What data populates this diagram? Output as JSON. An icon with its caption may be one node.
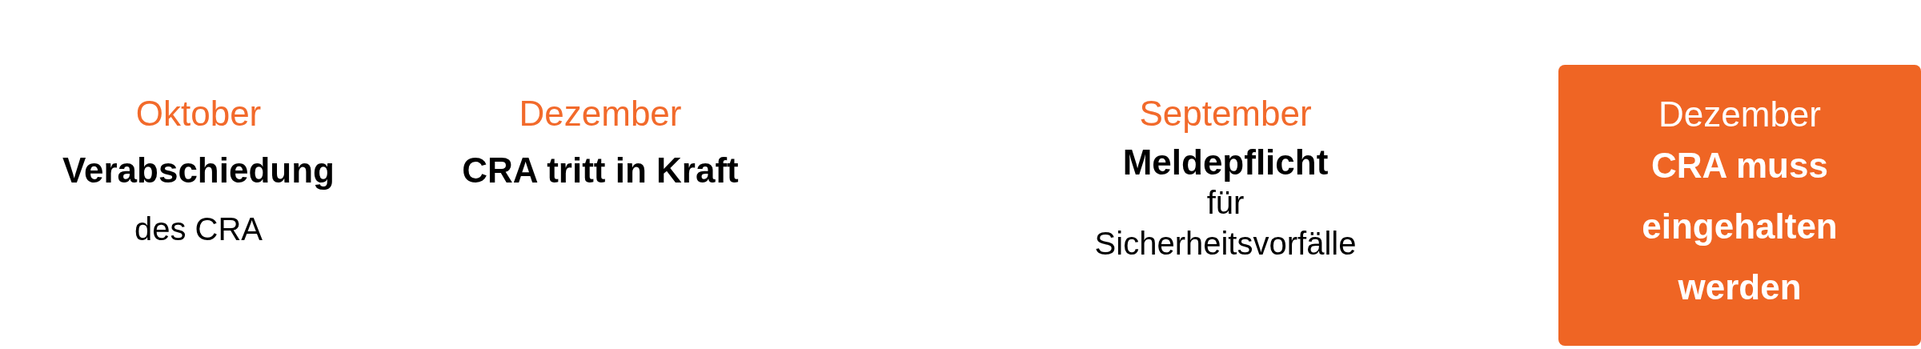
{
  "diagram": {
    "nodes": [
      {
        "text": [
          "Oktober",
          "Verabschiedung",
          "des CRA"
        ]
      },
      {
        "text": [
          "Dezember",
          "CRA tritt in Kraft"
        ]
      },
      {
        "text": [
          "September",
          "Meldepflicht",
          "für Sicherheitsvorfälle"
        ]
      },
      {
        "text": [
          "Dezember",
          "CRA muss eingehalten werden"
        ]
      }
    ]
  }
}
